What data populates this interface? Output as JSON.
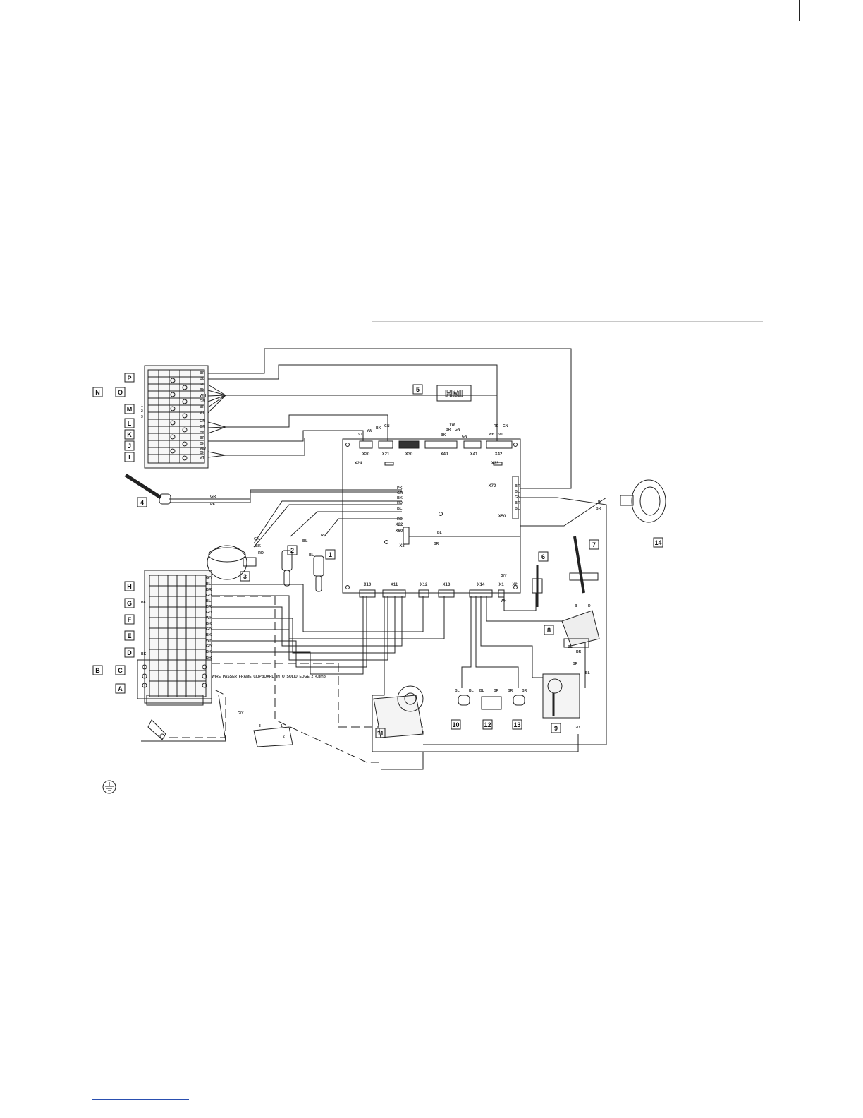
{
  "diagram": {
    "item_numbers": [
      "1",
      "2",
      "3",
      "4",
      "5",
      "6",
      "7",
      "8",
      "9",
      "10",
      "11",
      "12",
      "13",
      "14"
    ],
    "terminal_letters": [
      "P",
      "O",
      "N",
      "M",
      "L",
      "K",
      "J",
      "I",
      "H",
      "G",
      "F",
      "E",
      "D",
      "C",
      "B",
      "A"
    ],
    "hmi_label": "HMI",
    "connectors_top": [
      "X20",
      "X21",
      "X30",
      "X40",
      "X41",
      "X42"
    ],
    "connectors_bottom": [
      "X10",
      "X11",
      "X12",
      "X13",
      "X14",
      "X1",
      "X2"
    ],
    "connectors_side": [
      "X24",
      "X23",
      "X22",
      "X60",
      "X70",
      "X50",
      "X3"
    ],
    "wire_colors": {
      "left_top_strip": [
        "BR",
        "BL",
        "RD",
        "BK",
        "WH",
        "GN",
        "BR",
        "VT",
        "GN",
        "GN",
        "BK",
        "BR",
        "BK",
        "YW",
        "BK",
        "VT"
      ],
      "left_bottom_strip": [
        "G/Y",
        "BL",
        "BR",
        "G/Y",
        "BL",
        "BR",
        "G/Y",
        "WH",
        "BK",
        "G/Y",
        "BK",
        "WH",
        "G/Y",
        "BK",
        "BR"
      ],
      "sensor_leads": [
        "GR",
        "PK",
        "GN",
        "BK",
        "RD",
        "BL",
        "BL",
        "RD"
      ],
      "board_side_pins": [
        "PK",
        "GR",
        "BK",
        "RD",
        "BL",
        "RD"
      ],
      "right_side_pins": [
        "BR",
        "BL",
        "GN",
        "BR",
        "BL"
      ]
    },
    "misc_labels": {
      "nameplate_text": "WIRE_PASSER_FRAME_CLIPBOARD_INTO_SOLID_EDGE_2_4.bmp",
      "gy": "G/Y",
      "bk": "BK",
      "bl": "BL",
      "br": "BR",
      "wh": "WH",
      "gn": "GN",
      "vt": "VT",
      "yw": "YW",
      "gr": "GR",
      "pk": "PK",
      "rd": "RD",
      "b1": "B",
      "b2": "D",
      "l_num": [
        "1",
        "2",
        "3"
      ]
    }
  }
}
